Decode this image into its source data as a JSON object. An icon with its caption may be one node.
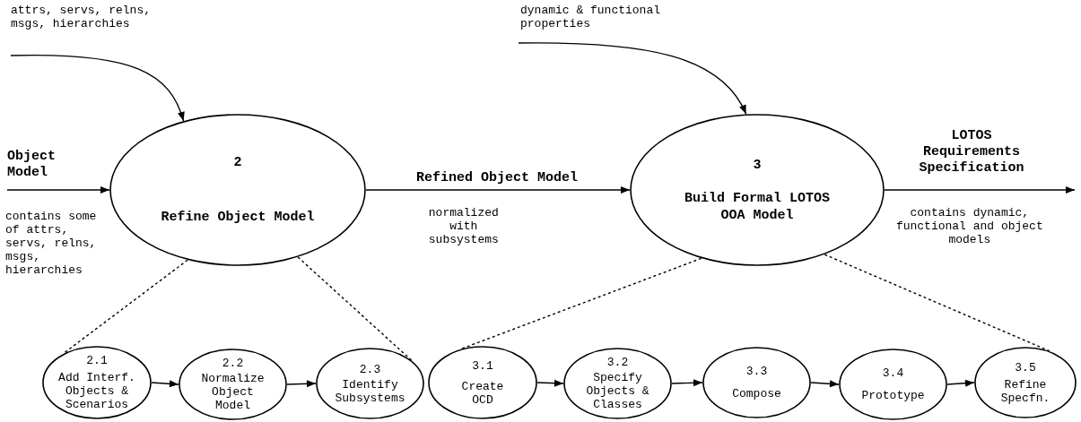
{
  "diagram": {
    "nodes": [
      {
        "text": [
          "2",
          "Refine Object Model"
        ]
      },
      {
        "text": [
          "3",
          "Build Formal LOTOS OOA Model"
        ]
      },
      {
        "text": [
          "2.1",
          "Add Interf. Objects & Scenarios"
        ]
      },
      {
        "text": [
          "2.2",
          "Normalize Object Model"
        ]
      },
      {
        "text": [
          "2.3",
          "Identify Subsystems"
        ]
      },
      {
        "text": [
          "3.1",
          "Create OCD"
        ]
      },
      {
        "text": [
          "3.2",
          "Specify Objects & Classes"
        ]
      },
      {
        "text": [
          "3.3",
          "Compose"
        ]
      },
      {
        "text": [
          "3.4",
          "Prototype"
        ]
      },
      {
        "text": [
          "3.5",
          "Refine Specfn."
        ]
      }
    ],
    "edges": [
      {
        "from": null,
        "to": 0,
        "arrow": "to",
        "label": "Object Model"
      },
      {
        "from": null,
        "to": 0,
        "arrow": "to",
        "label": "attrs, servs, relns, msgs, hierarchies"
      },
      {
        "from": 0,
        "to": 1,
        "arrow": "to",
        "label": "Refined Object Model"
      },
      {
        "from": null,
        "to": 1,
        "arrow": "to",
        "label": "dynamic & functional properties"
      },
      {
        "from": 1,
        "to": null,
        "arrow": "to",
        "label": "LOTOS Requirements Specification"
      },
      {
        "from": 0,
        "to": 2,
        "arrow": "none",
        "style": "dashed"
      },
      {
        "from": 0,
        "to": 4,
        "arrow": "none",
        "style": "dashed"
      },
      {
        "from": 1,
        "to": 5,
        "arrow": "none",
        "style": "dashed"
      },
      {
        "from": 1,
        "to": 9,
        "arrow": "none",
        "style": "dashed"
      },
      {
        "from": 2,
        "to": 3,
        "arrow": "to"
      },
      {
        "from": 3,
        "to": 4,
        "arrow": "to"
      },
      {
        "from": 5,
        "to": 6,
        "arrow": "to"
      },
      {
        "from": 6,
        "to": 7,
        "arrow": "to"
      },
      {
        "from": 7,
        "to": 8,
        "arrow": "to"
      },
      {
        "from": 8,
        "to": 9,
        "arrow": "to"
      }
    ],
    "labels": [
      "contains some of attrs, servs, relns, msgs, hierarchies",
      "normalized with subsystems",
      "contains dynamic, functional and object models"
    ]
  }
}
